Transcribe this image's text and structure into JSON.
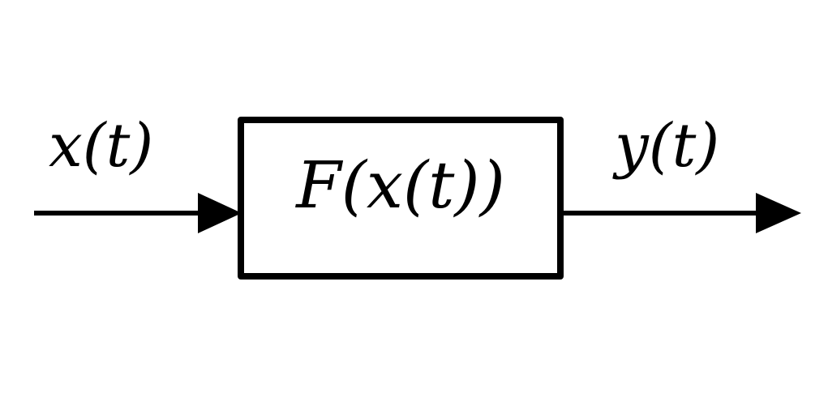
{
  "diagram": {
    "input_label": "x(t)",
    "block_label": "F(x(t))",
    "output_label": "y(t)"
  },
  "colors": {
    "stroke": "#000000",
    "background": "#ffffff"
  }
}
